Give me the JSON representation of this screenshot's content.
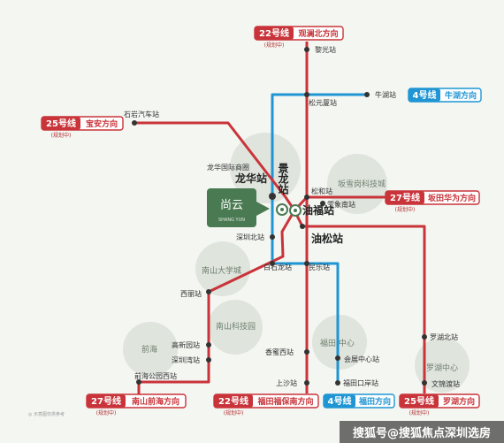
{
  "colors": {
    "red": "#c8343a",
    "blue": "#1f95d3",
    "green": "#4a7a52",
    "dot": "#333333"
  },
  "areas": {
    "ab": "坂雪岗科技城",
    "nsdx": "南山大学城",
    "nskj": "南山科技园",
    "qh": "前海",
    "ft": "福田 中心",
    "lh": "罗湖中心"
  },
  "stations": {
    "lgs": "黎光站",
    "sys": "松元厦站",
    "nh": "牛湖站",
    "syq": "石岩汽车站",
    "lhgj": "龙华国际商圈",
    "lhz": "龙华站",
    "jlz": "景龙站",
    "shz": "松和站",
    "xdn": "雪象南站",
    "yfz": "油福站",
    "ysz": "油松站",
    "szb": "深圳北站",
    "bsl": "白石龙站",
    "mlz": "民乐站",
    "xlz": "西丽站",
    "gxy": "高新园站",
    "szw": "深圳湾站",
    "qhgy": "前海公园西站",
    "xmx": "香蜜西站",
    "sss": "上沙站",
    "hzzx": "会展中心站",
    "ftk": "福田口岸站",
    "lhb": "罗湖北站",
    "wjd": "文锦渡站"
  },
  "tags": {
    "l22n": {
      "num": "22号线",
      "dir": "观澜北方向",
      "note": "(规划中)"
    },
    "l4n": {
      "num": "4号线",
      "dir": "牛湖方向"
    },
    "l25n": {
      "num": "25号线",
      "dir": "宝安方向",
      "note": "(规划中)"
    },
    "l27e": {
      "num": "27号线",
      "dir": "坂田华为方向",
      "note": "(规划中)"
    },
    "l27s": {
      "num": "27号线",
      "dir": "南山前海方向",
      "note": "(规划中)"
    },
    "l22s": {
      "num": "22号线",
      "dir": "福田福保南方向",
      "note": "(规划中)"
    },
    "l4s": {
      "num": "4号线",
      "dir": "福田方向"
    },
    "l25s": {
      "num": "25号线",
      "dir": "罗湖方向",
      "note": "(规划中)"
    }
  },
  "project": {
    "name": "尚云",
    "sub": "SHANG YUN"
  },
  "footnote": "◎ 示意图仅供参考",
  "watermark": "搜狐号@搜狐焦点深圳选房"
}
